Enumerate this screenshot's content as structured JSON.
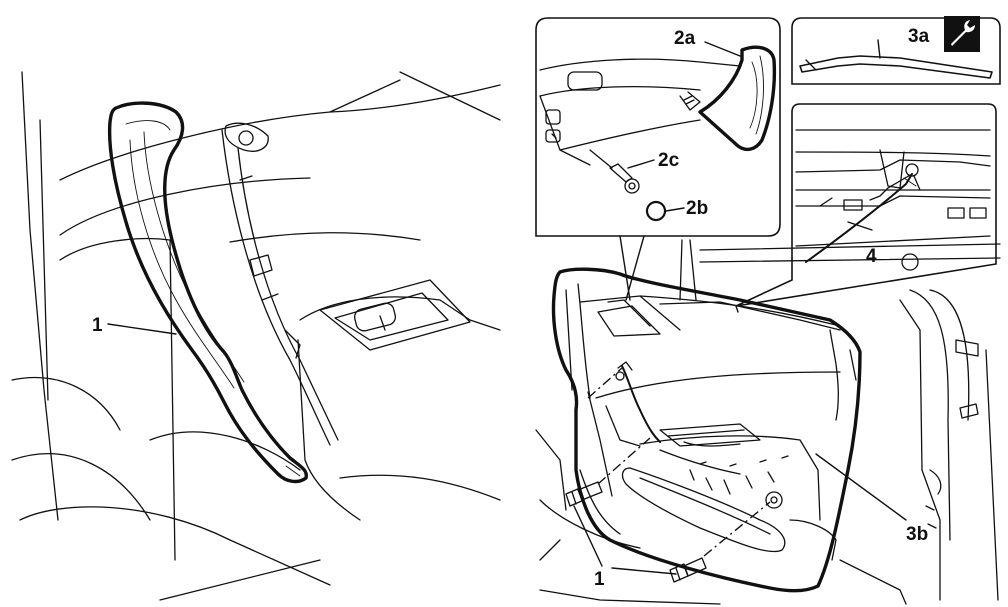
{
  "labels": {
    "left_trim": "1",
    "handle_cover": "2a",
    "cap": "2b",
    "screw": "2c",
    "tool": "3a",
    "door_panel": "3b",
    "cable": "4",
    "fasteners": "1"
  },
  "icons": {
    "tool_badge": "wrench-icon"
  }
}
